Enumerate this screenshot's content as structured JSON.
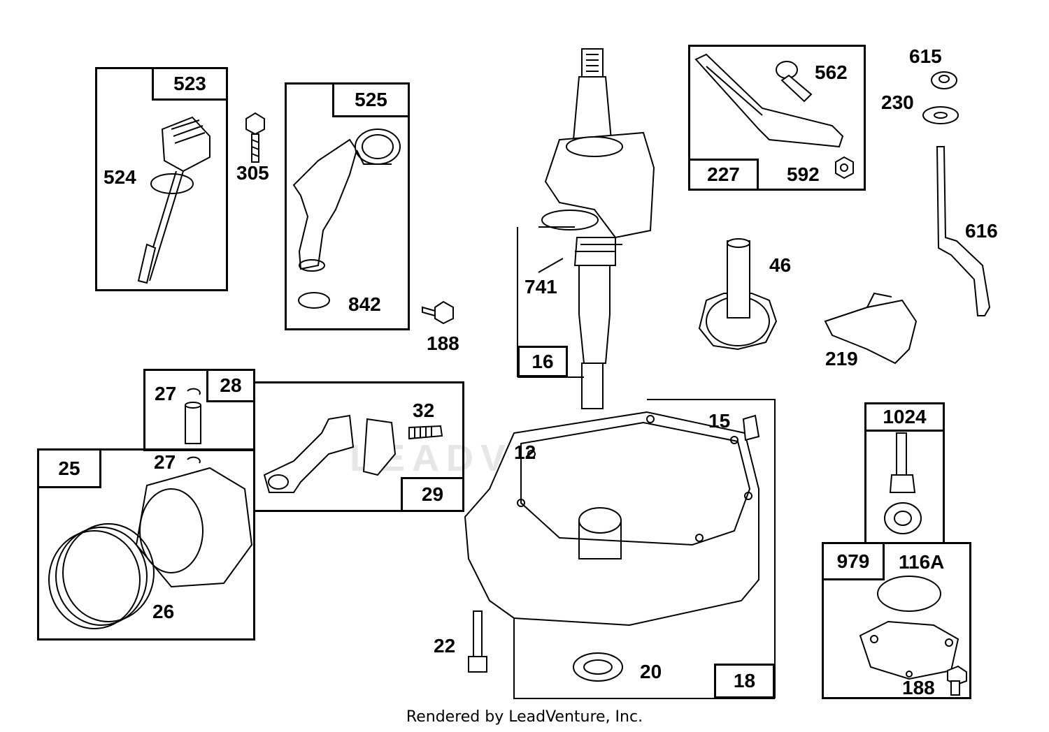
{
  "group_labels": {
    "g523": "523",
    "g525": "525",
    "g227": "227",
    "g16": "16",
    "g28": "28",
    "g29": "29",
    "g25": "25",
    "g18": "18",
    "g1024": "1024",
    "g979": "979"
  },
  "part_labels": {
    "p524": "524",
    "p305": "305",
    "p842": "842",
    "p188a": "188",
    "p741": "741",
    "p562": "562",
    "p592": "592",
    "p615": "615",
    "p230": "230",
    "p616": "616",
    "p46": "46",
    "p219": "219",
    "p27a": "27",
    "p27b": "27",
    "p32": "32",
    "p26": "26",
    "p12": "12",
    "p15": "15",
    "p22": "22",
    "p20": "20",
    "p116a": "116A",
    "p188b": "188"
  },
  "watermark": "LEADVENTURE",
  "footer": "Rendered by LeadVenture, Inc."
}
